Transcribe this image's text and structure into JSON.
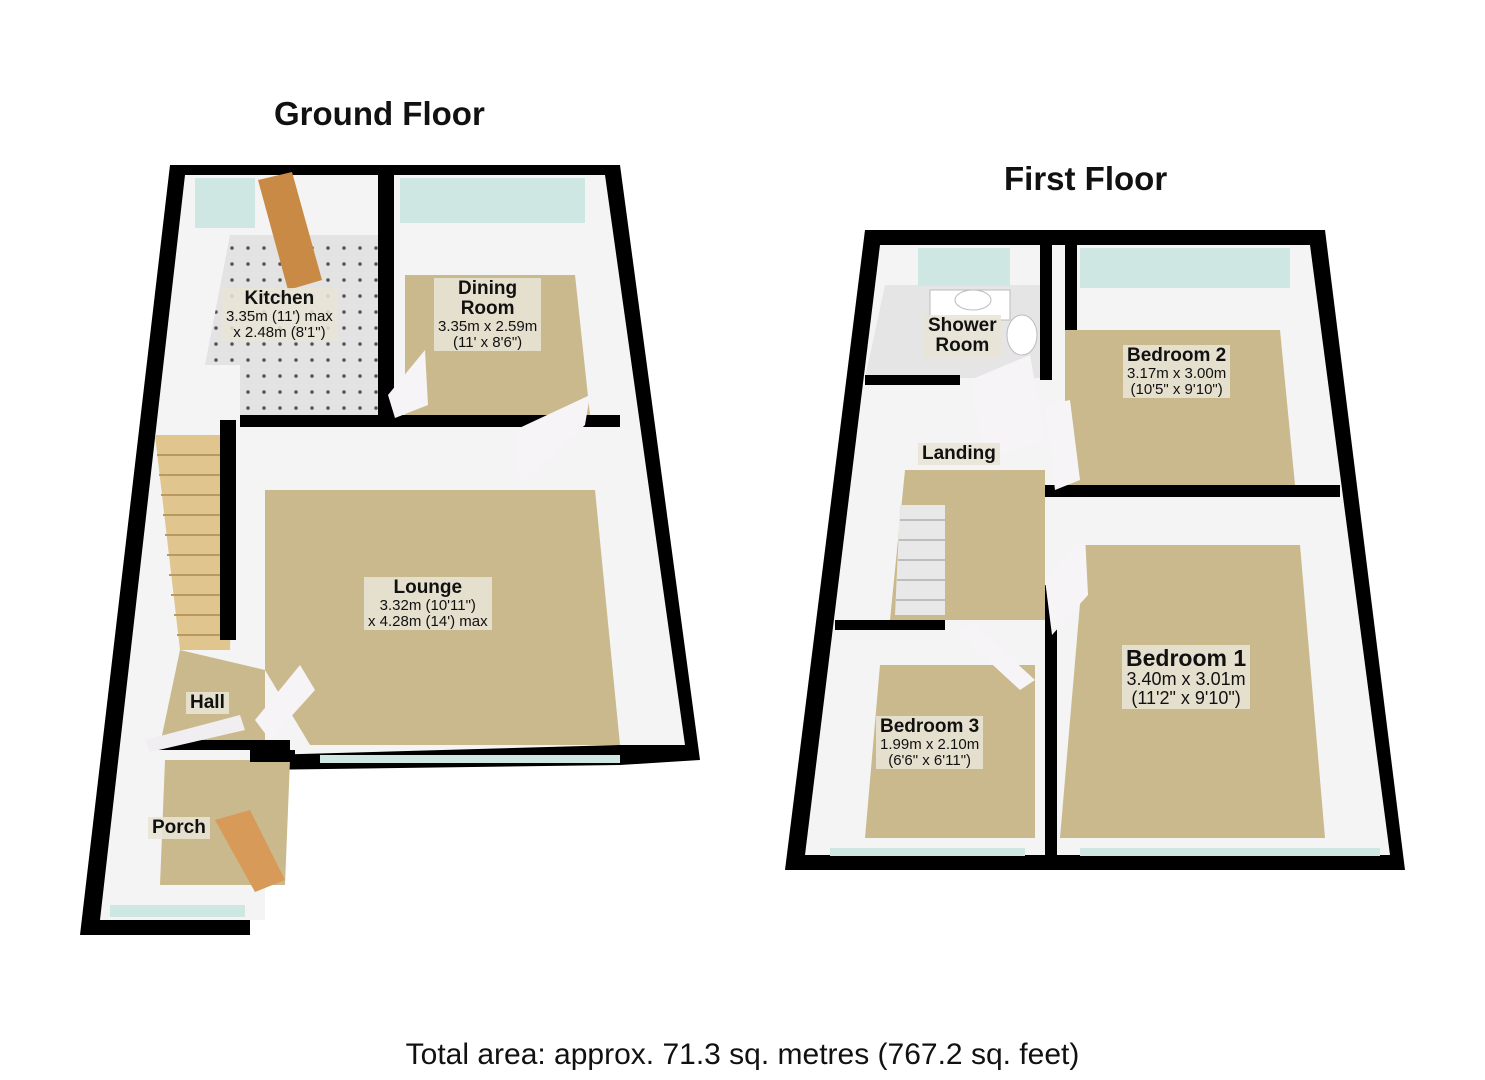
{
  "ground_floor": {
    "title": "Ground Floor",
    "rooms": {
      "kitchen": {
        "name": "Kitchen",
        "dim1": "3.35m (11') max",
        "dim2": "x 2.48m (8'1\")"
      },
      "dining": {
        "name": "Dining Room",
        "name1": "Dining",
        "name2": "Room",
        "dim1": "3.35m x 2.59m",
        "dim2": "(11' x 8'6\")"
      },
      "lounge": {
        "name": "Lounge",
        "dim1": "3.32m (10'11\")",
        "dim2": "x 4.28m (14') max"
      },
      "hall": {
        "name": "Hall"
      },
      "porch": {
        "name": "Porch"
      }
    }
  },
  "first_floor": {
    "title": "First Floor",
    "rooms": {
      "shower": {
        "name": "Shower Room",
        "name1": "Shower",
        "name2": "Room"
      },
      "bedroom2": {
        "name": "Bedroom 2",
        "dim1": "3.17m x 3.00m",
        "dim2": "(10'5\" x 9'10\")"
      },
      "landing": {
        "name": "Landing"
      },
      "bedroom1": {
        "name": "Bedroom 1",
        "dim1": "3.40m x 3.01m",
        "dim2": "(11'2\" x 9'10\")"
      },
      "bedroom3": {
        "name": "Bedroom 3",
        "dim1": "1.99m x 2.10m",
        "dim2": "(6'6\" x 6'11\")"
      }
    }
  },
  "footer": {
    "total_area": "Total area: approx. 71.3 sq. metres (767.2 sq. feet)"
  },
  "colors": {
    "wall": "#000000",
    "floor_carpet": "#c9b98c",
    "kitchen_tile": "#d9d9d9",
    "window": "#cfe7e3",
    "wall_face": "#f2f2f2",
    "door_wood": "#c98a45"
  }
}
